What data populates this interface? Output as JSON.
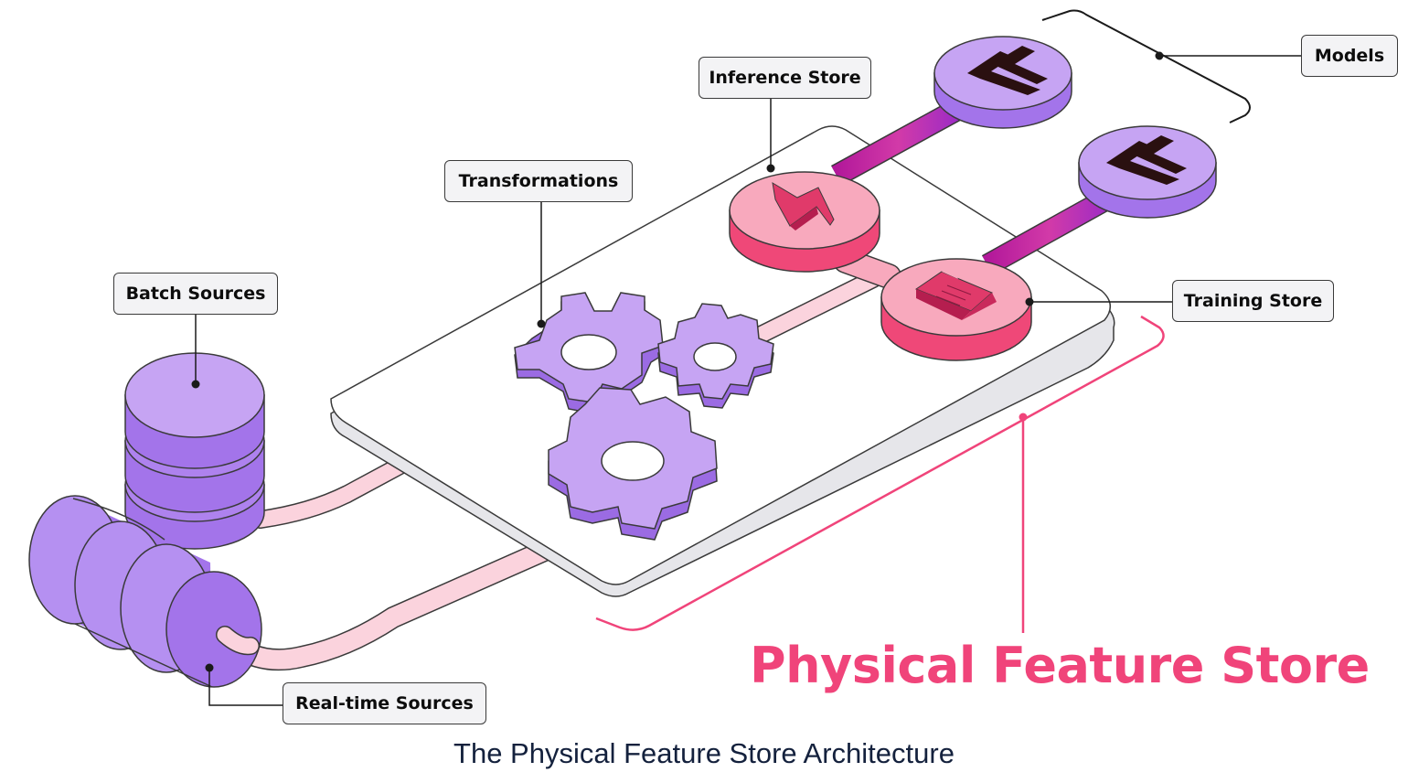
{
  "labels": {
    "models": "Models",
    "inference_store": "Inference Store",
    "transformations": "Transformations",
    "batch_sources": "Batch Sources",
    "training_store": "Training Store",
    "realtime_sources": "Real-time Sources"
  },
  "title": "Physical Feature Store",
  "caption": "The Physical Feature Store Architecture",
  "icons": {
    "model": "fast-forward-arrows-icon",
    "inference": "lightning-bolt-icon",
    "training": "document-icon",
    "transformations": "gear-icon",
    "batch": "database-cylinder-icon",
    "realtime": "stream-cylinder-icon"
  },
  "colors": {
    "purple_light": "#c6a4f3",
    "purple_mid": "#ae82ee",
    "purple_dark": "#9b6be3",
    "pink_light": "#f8a9bd",
    "pink_dark": "#ef4878",
    "pipe_magenta": "#c31ea0",
    "pipe_pink": "#fbd3dd",
    "accent": "#f0447a",
    "caption": "#14213d"
  }
}
